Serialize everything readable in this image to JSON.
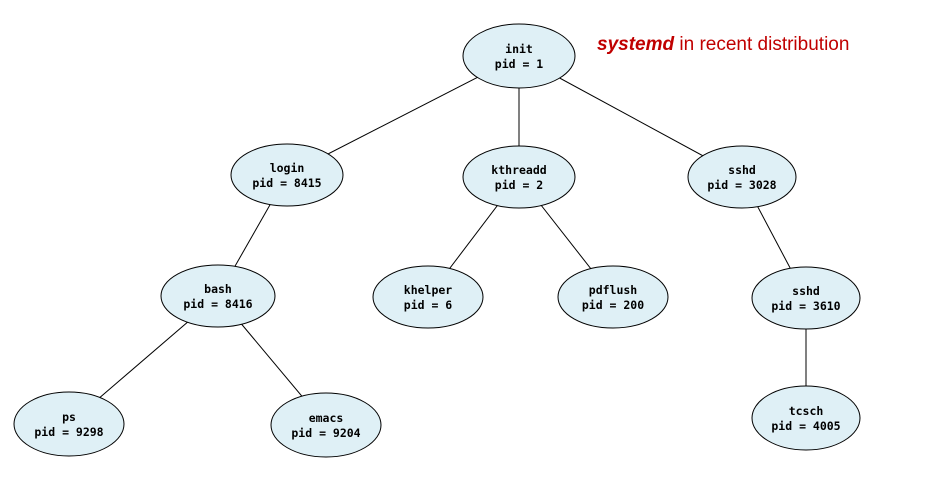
{
  "colors": {
    "node_fill": "#dff0f6",
    "note_accent": "#c00000",
    "edge": "#000000"
  },
  "annotation": {
    "emphasis": "systemd",
    "rest": "in recent distribution"
  },
  "nodes": [
    {
      "id": "init",
      "name": "init",
      "pid_label": "pid = 1"
    },
    {
      "id": "login",
      "name": "login",
      "pid_label": "pid = 8415"
    },
    {
      "id": "kthreadd",
      "name": "kthreadd",
      "pid_label": "pid = 2"
    },
    {
      "id": "sshd1",
      "name": "sshd",
      "pid_label": "pid = 3028"
    },
    {
      "id": "bash",
      "name": "bash",
      "pid_label": "pid = 8416"
    },
    {
      "id": "khelper",
      "name": "khelper",
      "pid_label": "pid = 6"
    },
    {
      "id": "pdflush",
      "name": "pdflush",
      "pid_label": "pid = 200"
    },
    {
      "id": "sshd2",
      "name": "sshd",
      "pid_label": "pid = 3610"
    },
    {
      "id": "ps",
      "name": "ps",
      "pid_label": "pid = 9298"
    },
    {
      "id": "emacs",
      "name": "emacs",
      "pid_label": "pid = 9204"
    },
    {
      "id": "tcsch",
      "name": "tcsch",
      "pid_label": "pid = 4005"
    }
  ],
  "edges": [
    [
      "init",
      "login"
    ],
    [
      "init",
      "kthreadd"
    ],
    [
      "init",
      "sshd1"
    ],
    [
      "login",
      "bash"
    ],
    [
      "kthreadd",
      "khelper"
    ],
    [
      "kthreadd",
      "pdflush"
    ],
    [
      "sshd1",
      "sshd2"
    ],
    [
      "bash",
      "ps"
    ],
    [
      "bash",
      "emacs"
    ],
    [
      "sshd2",
      "tcsch"
    ]
  ]
}
